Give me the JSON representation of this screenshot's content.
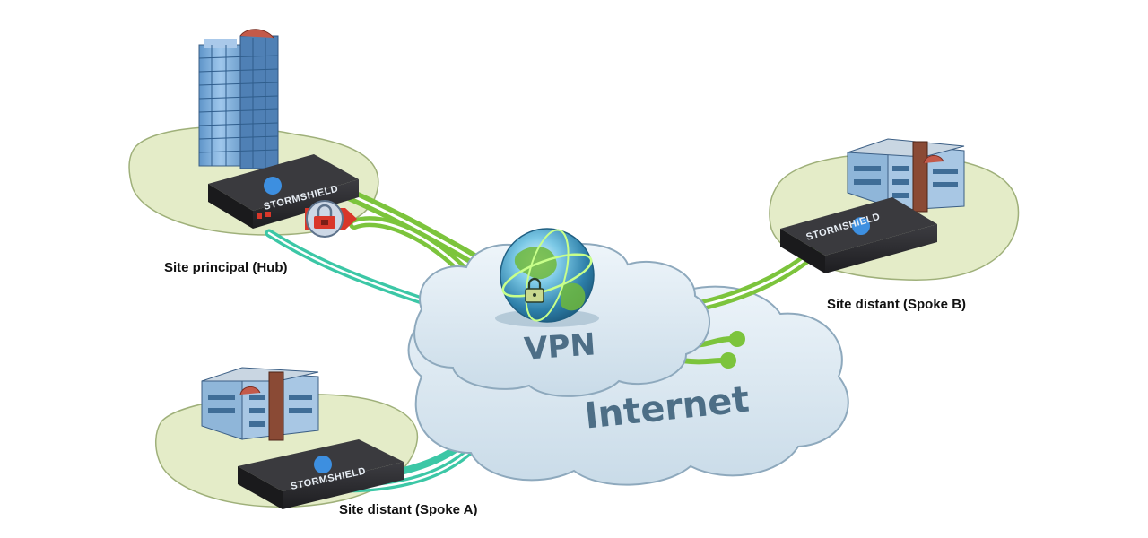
{
  "diagram": {
    "hub": {
      "label": "Site principal (Hub)",
      "device_brand": "STORMSHIELD"
    },
    "spoke_a": {
      "label": "Site distant (Spoke A)",
      "device_brand": "STORMSHIELD"
    },
    "spoke_b": {
      "label": "Site distant (Spoke B)",
      "device_brand": "STORMSHIELD"
    },
    "vpn_cloud_label": "VPN",
    "internet_cloud_label": "Internet",
    "icons": [
      "skyscraper-icon",
      "office-building-icon",
      "firewall-appliance-icon",
      "padlock-icon",
      "globe-icon",
      "cloud-icon"
    ],
    "colors": {
      "tunnel_green": "#7cc43c",
      "link_teal": "#3cc7a6",
      "cloud_fill": "#dde9f2",
      "cloud_text": "#4d6e86",
      "island_fill": "#e4ecc8",
      "device_body": "#2b2b2e",
      "hub_accent": "#d9372a"
    }
  }
}
